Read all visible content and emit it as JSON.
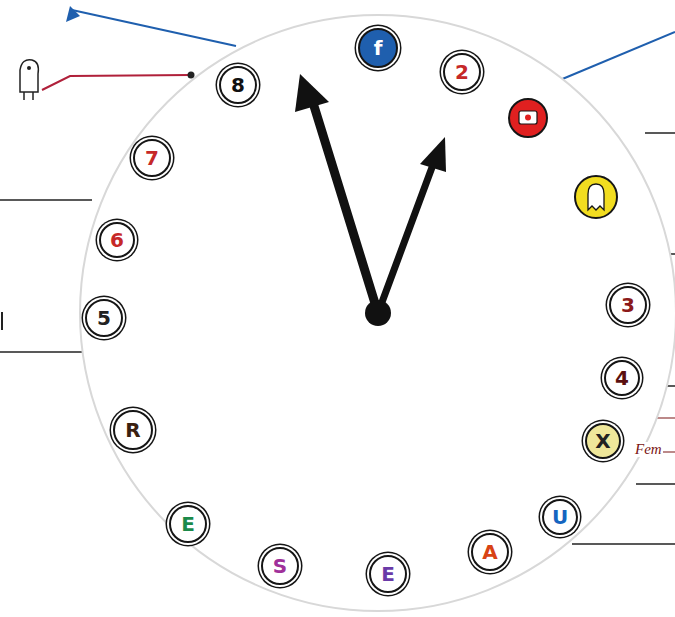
{
  "diagram": {
    "nodes": [
      {
        "text": [
          "f"
        ]
      },
      {
        "text": [
          "2"
        ]
      },
      {
        "text": [
          "3"
        ]
      },
      {
        "text": [
          "4"
        ]
      },
      {
        "text": [
          "X"
        ]
      },
      {
        "text": [
          "U"
        ]
      },
      {
        "text": [
          "A"
        ]
      },
      {
        "text": [
          "E"
        ]
      },
      {
        "text": [
          "S"
        ]
      },
      {
        "text": [
          "E"
        ]
      },
      {
        "text": [
          "R"
        ]
      },
      {
        "text": [
          "5"
        ]
      },
      {
        "text": [
          "6"
        ]
      },
      {
        "text": [
          "7"
        ]
      },
      {
        "text": [
          "8"
        ]
      }
    ],
    "labels": [
      "Fem"
    ]
  }
}
